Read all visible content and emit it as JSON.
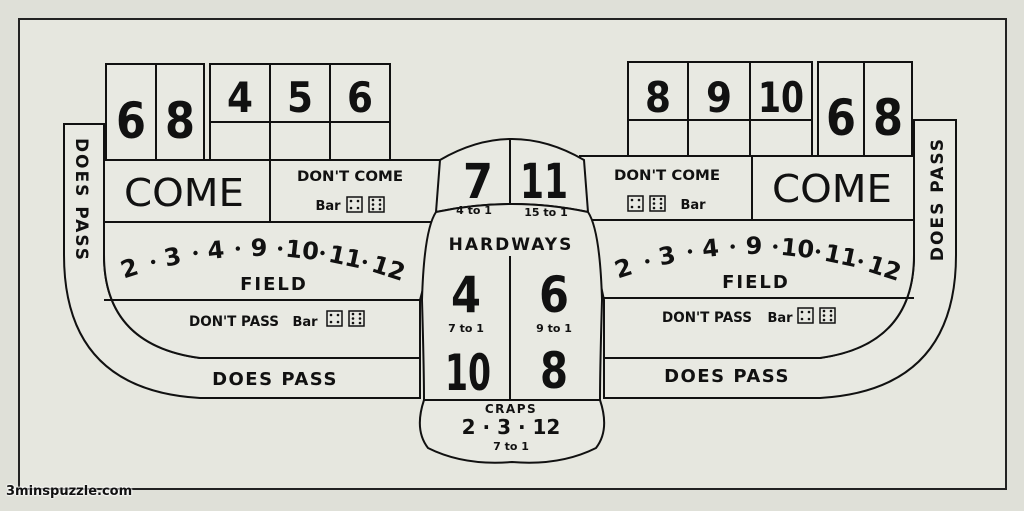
{
  "layout": {
    "left_box_numbers": [
      "6",
      "8",
      "4",
      "5",
      "6"
    ],
    "right_box_numbers": [
      "8",
      "9",
      "10",
      "6",
      "8"
    ],
    "come_label": "COME",
    "dont_come_label": "DON'T COME",
    "bar_label": "Bar",
    "field_numbers": [
      "2",
      "3",
      "4",
      "9",
      "10",
      "11",
      "12"
    ],
    "field_label": "FIELD",
    "dont_pass_label": "DON'T PASS",
    "does_pass_label": "DOES PASS"
  },
  "center": {
    "seven": {
      "number": "7",
      "odds": "4 to 1"
    },
    "eleven": {
      "number": "11",
      "odds": "15 to 1"
    },
    "hardways_label": "HARDWAYS",
    "hard_4": {
      "number": "4",
      "odds": "7 to 1"
    },
    "hard_6": {
      "number": "6",
      "odds": "9 to 1"
    },
    "hard_10": {
      "number": "10"
    },
    "hard_8": {
      "number": "8"
    },
    "craps_label": "CRAPS",
    "craps_numbers": "2 · 3 · 12",
    "craps_odds": "7 to 1"
  },
  "watermark": "3minspuzzle.com",
  "colors": {
    "paper": "#dfe0d8",
    "ink": "#111111",
    "panel": "#e8e9e2"
  }
}
